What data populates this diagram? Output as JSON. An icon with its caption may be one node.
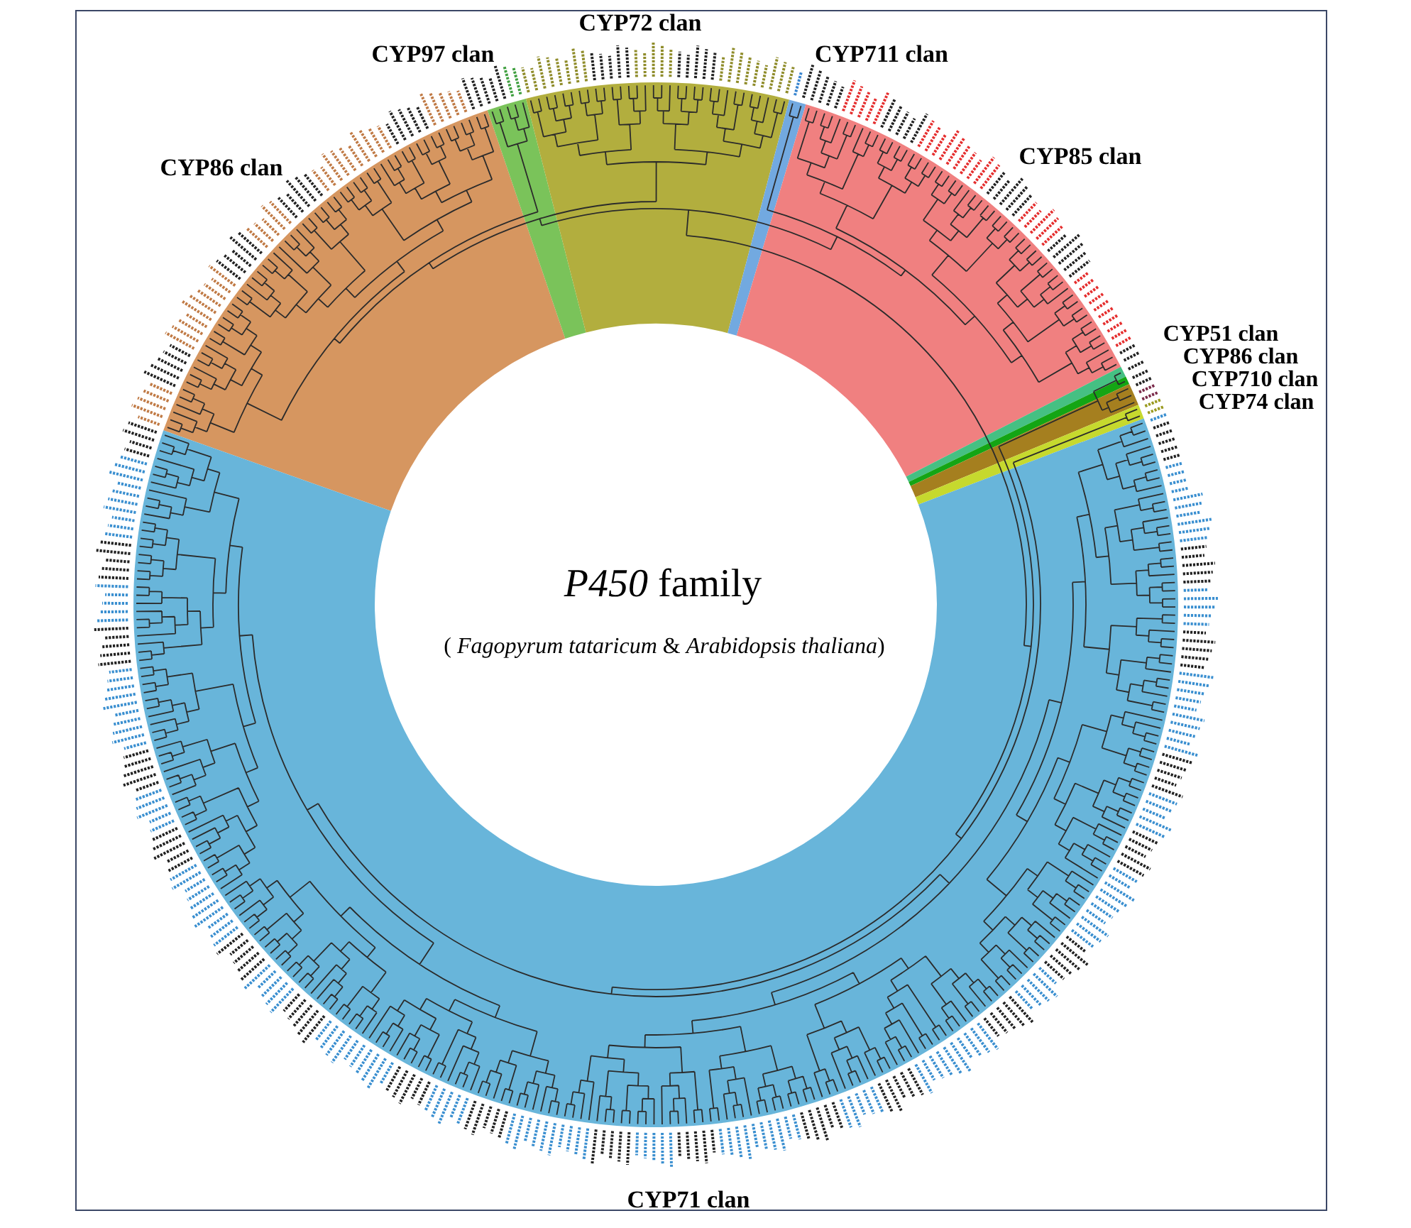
{
  "diagram": {
    "title": "*P450* family",
    "labels": [
      "CYP72 clan",
      "CYP97 clan",
      "CYP711 clan",
      "CYP86 clan",
      "CYP85 clan",
      "CYP51 clan",
      "CYP86 clan",
      "CYP710 clan",
      "CYP74 clan",
      "( *Fagopyrum tataricum* & *Arabidopsis thaliana*)",
      "CYP71 clan"
    ]
  }
}
